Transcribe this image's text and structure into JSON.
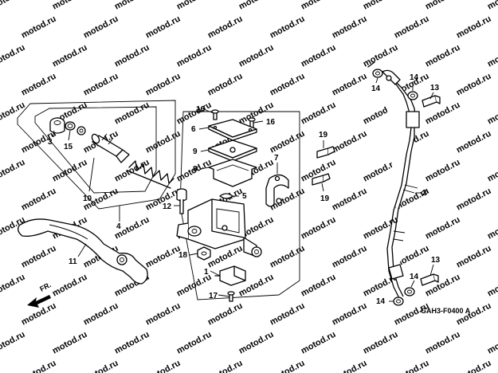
{
  "watermark": "motod.ru",
  "diagram_code": "GAH3-F0400 A",
  "direction_label": "FR.",
  "callouts": {
    "c1": "1",
    "c2": "2",
    "c3": "3",
    "c4": "4",
    "c5": "5",
    "c6": "6",
    "c7": "7",
    "c8": "8",
    "c9": "9",
    "c10": "10",
    "c11": "11",
    "c12": "12",
    "c13a": "13",
    "c13b": "13",
    "c14a": "14",
    "c14b": "14",
    "c14c": "14",
    "c14d": "14",
    "c15": "15",
    "c16a": "16",
    "c16b": "16",
    "c17": "17",
    "c18": "18",
    "c19a": "19",
    "c19b": "19"
  }
}
